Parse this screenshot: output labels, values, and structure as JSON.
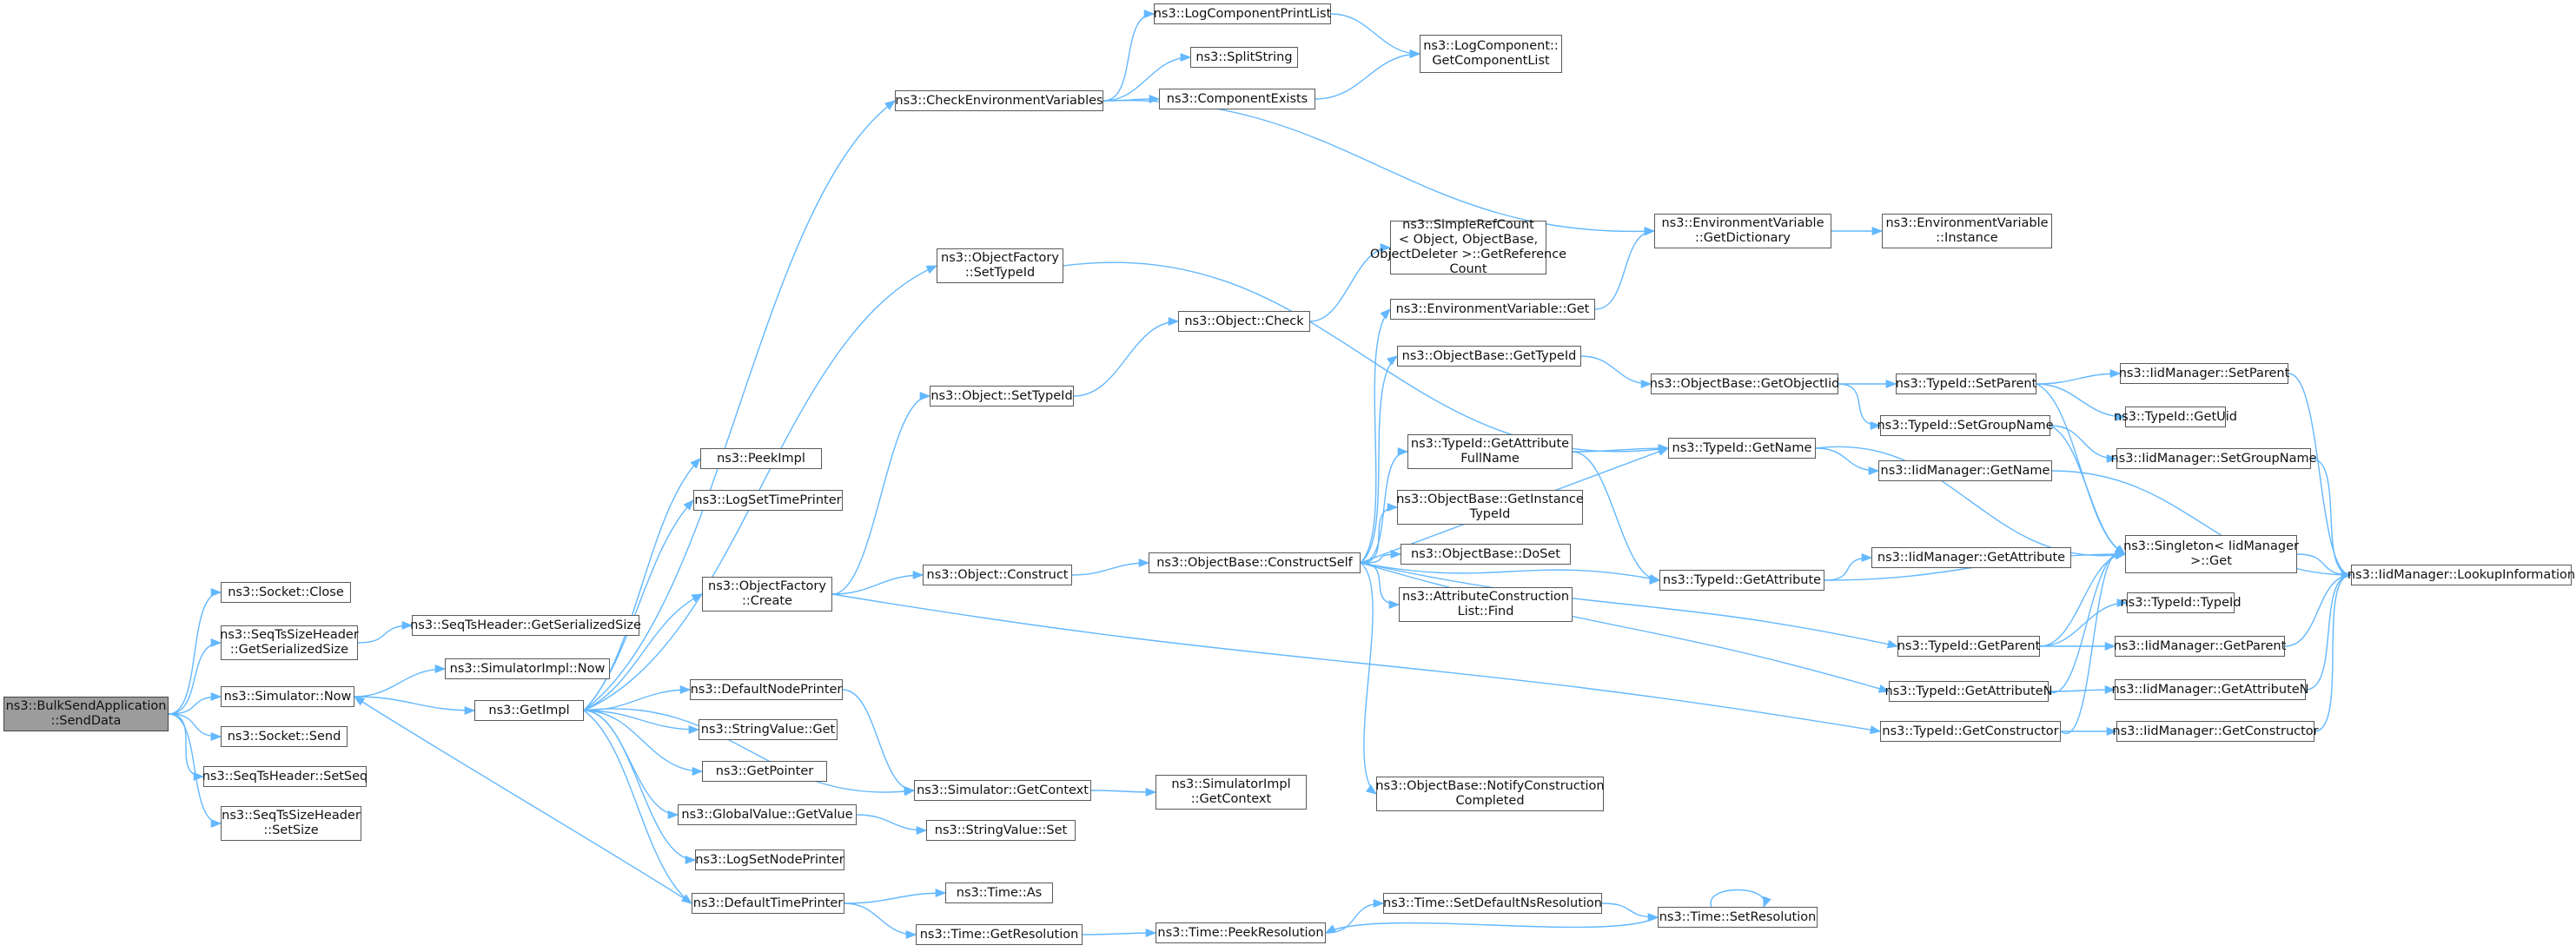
{
  "diagram": {
    "nodes": [
      {
        "id": "root",
        "label": "ns3::BulkSendApplication\n::SendData",
        "root": true
      },
      {
        "id": "close",
        "label": "ns3::Socket::Close"
      },
      {
        "id": "gss",
        "label": "ns3::SeqTsSizeHeader\n::GetSerializedSize"
      },
      {
        "id": "now",
        "label": "ns3::Simulator::Now"
      },
      {
        "id": "send",
        "label": "ns3::Socket::Send"
      },
      {
        "id": "setseq",
        "label": "ns3::SeqTsHeader::SetSeq"
      },
      {
        "id": "setsize",
        "label": "ns3::SeqTsSizeHeader\n::SetSize"
      },
      {
        "id": "seqgss",
        "label": "ns3::SeqTsHeader::GetSerializedSize"
      },
      {
        "id": "siNow",
        "label": "ns3::SimulatorImpl::Now"
      },
      {
        "id": "getimpl",
        "label": "ns3::GetImpl"
      },
      {
        "id": "peek",
        "label": "ns3::PeekImpl"
      },
      {
        "id": "logstp",
        "label": "ns3::LogSetTimePrinter"
      },
      {
        "id": "ofCreate",
        "label": "ns3::ObjectFactory\n::Create"
      },
      {
        "id": "dnp",
        "label": "ns3::DefaultNodePrinter"
      },
      {
        "id": "svGet",
        "label": "ns3::StringValue::Get"
      },
      {
        "id": "getptr",
        "label": "ns3::GetPointer"
      },
      {
        "id": "gvGet",
        "label": "ns3::GlobalValue::GetValue"
      },
      {
        "id": "logsnp",
        "label": "ns3::LogSetNodePrinter"
      },
      {
        "id": "dtp",
        "label": "ns3::DefaultTimePrinter"
      },
      {
        "id": "cev",
        "label": "ns3::CheckEnvironmentVariables"
      },
      {
        "id": "lcpl",
        "label": "ns3::LogComponentPrintList"
      },
      {
        "id": "split",
        "label": "ns3::SplitString"
      },
      {
        "id": "cexists",
        "label": "ns3::ComponentExists"
      },
      {
        "id": "lcgcl",
        "label": "ns3::LogComponent::\nGetComponentList"
      },
      {
        "id": "ofSet",
        "label": "ns3::ObjectFactory\n::SetTypeId"
      },
      {
        "id": "objSet",
        "label": "ns3::Object::SetTypeId"
      },
      {
        "id": "objCons",
        "label": "ns3::Object::Construct"
      },
      {
        "id": "simCtx",
        "label": "ns3::Simulator::GetContext"
      },
      {
        "id": "svSet",
        "label": "ns3::StringValue::Set"
      },
      {
        "id": "timeAs",
        "label": "ns3::Time::As"
      },
      {
        "id": "timeGR",
        "label": "ns3::Time::GetResolution"
      },
      {
        "id": "siCtx",
        "label": "ns3::SimulatorImpl\n::GetContext"
      },
      {
        "id": "objChk",
        "label": "ns3::Object::Check"
      },
      {
        "id": "src",
        "label": "ns3::SimpleRefCount\n< Object, ObjectBase,\nObjectDeleter >::GetReference\nCount"
      },
      {
        "id": "evGet",
        "label": "ns3::EnvironmentVariable::Get"
      },
      {
        "id": "obGTI",
        "label": "ns3::ObjectBase::GetTypeId"
      },
      {
        "id": "tidGAFN",
        "label": "ns3::TypeId::GetAttribute\nFullName"
      },
      {
        "id": "obGITI",
        "label": "ns3::ObjectBase::GetInstance\nTypeId"
      },
      {
        "id": "obDS",
        "label": "ns3::ObjectBase::DoSet"
      },
      {
        "id": "acl",
        "label": "ns3::AttributeConstruction\nList::Find"
      },
      {
        "id": "obCS",
        "label": "ns3::ObjectBase::ConstructSelf"
      },
      {
        "id": "obNC",
        "label": "ns3::ObjectBase::NotifyConstruction\nCompleted"
      },
      {
        "id": "timePR",
        "label": "ns3::Time::PeekResolution"
      },
      {
        "id": "timeSDNR",
        "label": "ns3::Time::SetDefaultNsResolution"
      },
      {
        "id": "timeSR",
        "label": "ns3::Time::SetResolution"
      },
      {
        "id": "evGD",
        "label": "ns3::EnvironmentVariable\n::GetDictionary"
      },
      {
        "id": "evInst",
        "label": "ns3::EnvironmentVariable\n::Instance"
      },
      {
        "id": "obGOI",
        "label": "ns3::ObjectBase::GetObjectIid"
      },
      {
        "id": "tidGN",
        "label": "ns3::TypeId::GetName"
      },
      {
        "id": "tidGA",
        "label": "ns3::TypeId::GetAttribute"
      },
      {
        "id": "tidSP",
        "label": "ns3::TypeId::SetParent"
      },
      {
        "id": "tidSGN",
        "label": "ns3::TypeId::SetGroupName"
      },
      {
        "id": "iidGN",
        "label": "ns3::IidManager::GetName"
      },
      {
        "id": "iidGA",
        "label": "ns3::IidManager::GetAttribute"
      },
      {
        "id": "singleton",
        "label": "ns3::Singleton< IidManager\n>::Get"
      },
      {
        "id": "tidGP",
        "label": "ns3::TypeId::GetParent"
      },
      {
        "id": "tidGAN",
        "label": "ns3::TypeId::GetAttributeN"
      },
      {
        "id": "tidGC",
        "label": "ns3::TypeId::GetConstructor"
      },
      {
        "id": "iidSP",
        "label": "ns3::IidManager::SetParent"
      },
      {
        "id": "tidGU",
        "label": "ns3::TypeId::GetUid"
      },
      {
        "id": "iidSGN",
        "label": "ns3::IidManager::SetGroupName"
      },
      {
        "id": "tidTI",
        "label": "ns3::TypeId::TypeId"
      },
      {
        "id": "iidGP",
        "label": "ns3::IidManager::GetParent"
      },
      {
        "id": "iidGAN",
        "label": "ns3::IidManager::GetAttributeN"
      },
      {
        "id": "iidGC",
        "label": "ns3::IidManager::GetConstructor"
      },
      {
        "id": "iidLI",
        "label": "ns3::IidManager::LookupInformation"
      }
    ],
    "edges": [
      [
        "root",
        "close"
      ],
      [
        "root",
        "gss"
      ],
      [
        "root",
        "now"
      ],
      [
        "root",
        "send"
      ],
      [
        "root",
        "setseq"
      ],
      [
        "root",
        "setsize"
      ],
      [
        "gss",
        "seqgss"
      ],
      [
        "now",
        "siNow"
      ],
      [
        "now",
        "getimpl"
      ],
      [
        "getimpl",
        "peek"
      ],
      [
        "getimpl",
        "logstp"
      ],
      [
        "getimpl",
        "cev"
      ],
      [
        "getimpl",
        "ofCreate"
      ],
      [
        "getimpl",
        "ofSet"
      ],
      [
        "getimpl",
        "dnp"
      ],
      [
        "getimpl",
        "svGet"
      ],
      [
        "getimpl",
        "getptr"
      ],
      [
        "getimpl",
        "gvGet"
      ],
      [
        "getimpl",
        "logsnp"
      ],
      [
        "getimpl",
        "dtp"
      ],
      [
        "getimpl",
        "simCtx"
      ],
      [
        "dtp",
        "now"
      ],
      [
        "dtp",
        "timeAs"
      ],
      [
        "dtp",
        "timeGR"
      ],
      [
        "dnp",
        "simCtx"
      ],
      [
        "simCtx",
        "siCtx"
      ],
      [
        "gvGet",
        "svSet"
      ],
      [
        "ofCreate",
        "objSet"
      ],
      [
        "ofCreate",
        "objCons"
      ],
      [
        "ofCreate",
        "tidGC"
      ],
      [
        "ofSet",
        "tidGN"
      ],
      [
        "objSet",
        "objChk"
      ],
      [
        "objChk",
        "src"
      ],
      [
        "objCons",
        "obCS"
      ],
      [
        "cev",
        "lcpl"
      ],
      [
        "cev",
        "split"
      ],
      [
        "cev",
        "cexists"
      ],
      [
        "cev",
        "evGD"
      ],
      [
        "lcpl",
        "lcgcl"
      ],
      [
        "cexists",
        "lcgcl"
      ],
      [
        "obCS",
        "evGet"
      ],
      [
        "obCS",
        "obGTI"
      ],
      [
        "obCS",
        "tidGN"
      ],
      [
        "obCS",
        "tidGAFN"
      ],
      [
        "obCS",
        "obGITI"
      ],
      [
        "obCS",
        "obDS"
      ],
      [
        "obCS",
        "acl"
      ],
      [
        "obCS",
        "tidGA"
      ],
      [
        "obCS",
        "tidGP"
      ],
      [
        "obCS",
        "tidGAN"
      ],
      [
        "obCS",
        "obNC"
      ],
      [
        "evGet",
        "evGD"
      ],
      [
        "evGD",
        "evInst"
      ],
      [
        "obGTI",
        "obGOI"
      ],
      [
        "obGOI",
        "tidSP"
      ],
      [
        "obGOI",
        "tidSGN"
      ],
      [
        "tidGAFN",
        "tidGN"
      ],
      [
        "tidGAFN",
        "tidGA"
      ],
      [
        "tidGN",
        "iidGN"
      ],
      [
        "tidGN",
        "singleton"
      ],
      [
        "tidGA",
        "iidGA"
      ],
      [
        "tidGA",
        "singleton"
      ],
      [
        "tidSP",
        "iidSP"
      ],
      [
        "tidSP",
        "tidGU"
      ],
      [
        "tidSP",
        "singleton"
      ],
      [
        "tidSGN",
        "iidSGN"
      ],
      [
        "tidSGN",
        "singleton"
      ],
      [
        "tidGP",
        "tidTI"
      ],
      [
        "tidGP",
        "iidGP"
      ],
      [
        "tidGP",
        "singleton"
      ],
      [
        "tidGAN",
        "iidGAN"
      ],
      [
        "tidGAN",
        "singleton"
      ],
      [
        "tidGC",
        "iidGC"
      ],
      [
        "tidGC",
        "singleton"
      ],
      [
        "iidSP",
        "iidLI"
      ],
      [
        "iidSGN",
        "iidLI"
      ],
      [
        "iidGN",
        "iidLI"
      ],
      [
        "iidGP",
        "iidLI"
      ],
      [
        "iidGAN",
        "iidLI"
      ],
      [
        "iidGC",
        "iidLI"
      ],
      [
        "singleton",
        "iidLI"
      ],
      [
        "timeGR",
        "timePR"
      ],
      [
        "timePR",
        "timeSDNR"
      ],
      [
        "timeSDNR",
        "timeSR"
      ],
      [
        "timeSR",
        "timePR"
      ],
      [
        "timeSR",
        "timeSR"
      ]
    ]
  }
}
